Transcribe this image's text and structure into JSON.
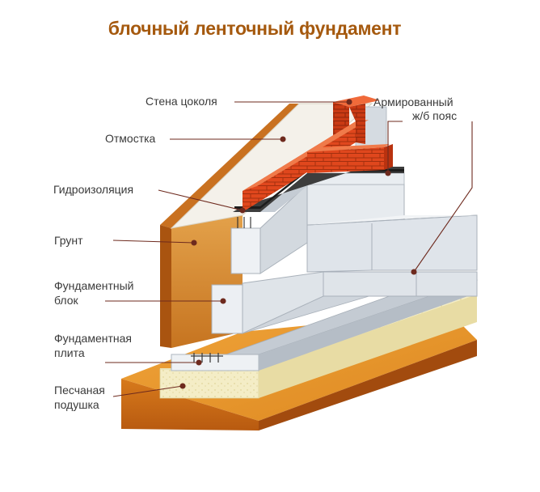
{
  "title": "блочный ленточный фундамент",
  "colors": {
    "title": "#a5590e",
    "earth_top": "#e7962a",
    "earth_front": "#c96a14",
    "earth_side": "#9e4a0c",
    "concrete": "#e3e7ec",
    "concrete_dark": "#bcc3cb",
    "brick": "#e0431a",
    "brick_dark": "#a52a0b",
    "sand": "#f3ecc2",
    "label_text": "#3a3a3a",
    "leader": "#6e2a1e"
  },
  "labels": {
    "wall": "Стена цоколя",
    "reinforced_belt_1": "Армированный",
    "reinforced_belt_2": "ж/б пояс",
    "blind_area": "Отмостка",
    "waterproofing": "Гидроизоляция",
    "soil": "Грунт",
    "block_1": "Фундаментный",
    "block_2": "блок",
    "slab_1": "Фундаментная",
    "slab_2": "плита",
    "sand_1": "Песчаная",
    "sand_2": "подушка"
  }
}
